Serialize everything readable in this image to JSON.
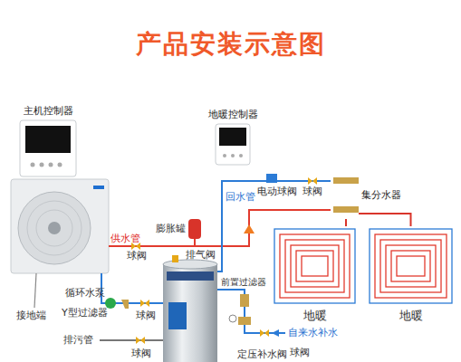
{
  "diagram": {
    "title": "产品安装示意图",
    "nodes": [
      {
        "text": [
          "主机控制器"
        ]
      },
      {
        "text": [
          "地暖控制器"
        ]
      },
      {
        "text": [
          "集分水器"
        ]
      },
      {
        "text": [
          "地暖"
        ]
      },
      {
        "text": [
          "地暖"
        ]
      }
    ],
    "edges": [
      {
        "from": 2,
        "to": 3,
        "arrow": "none"
      },
      {
        "from": 2,
        "to": 4,
        "arrow": "none"
      }
    ],
    "labels": [
      "膨胀罐",
      "排气阀",
      "供水管",
      "回水管",
      "电动球阀",
      "球阀",
      "球阀",
      "循环水泵",
      "Y型过滤器",
      "球阀",
      "接地端",
      "排污管",
      "球阀",
      "前置过滤器",
      "定压补水阀",
      "自来水补水",
      "球阀"
    ]
  }
}
